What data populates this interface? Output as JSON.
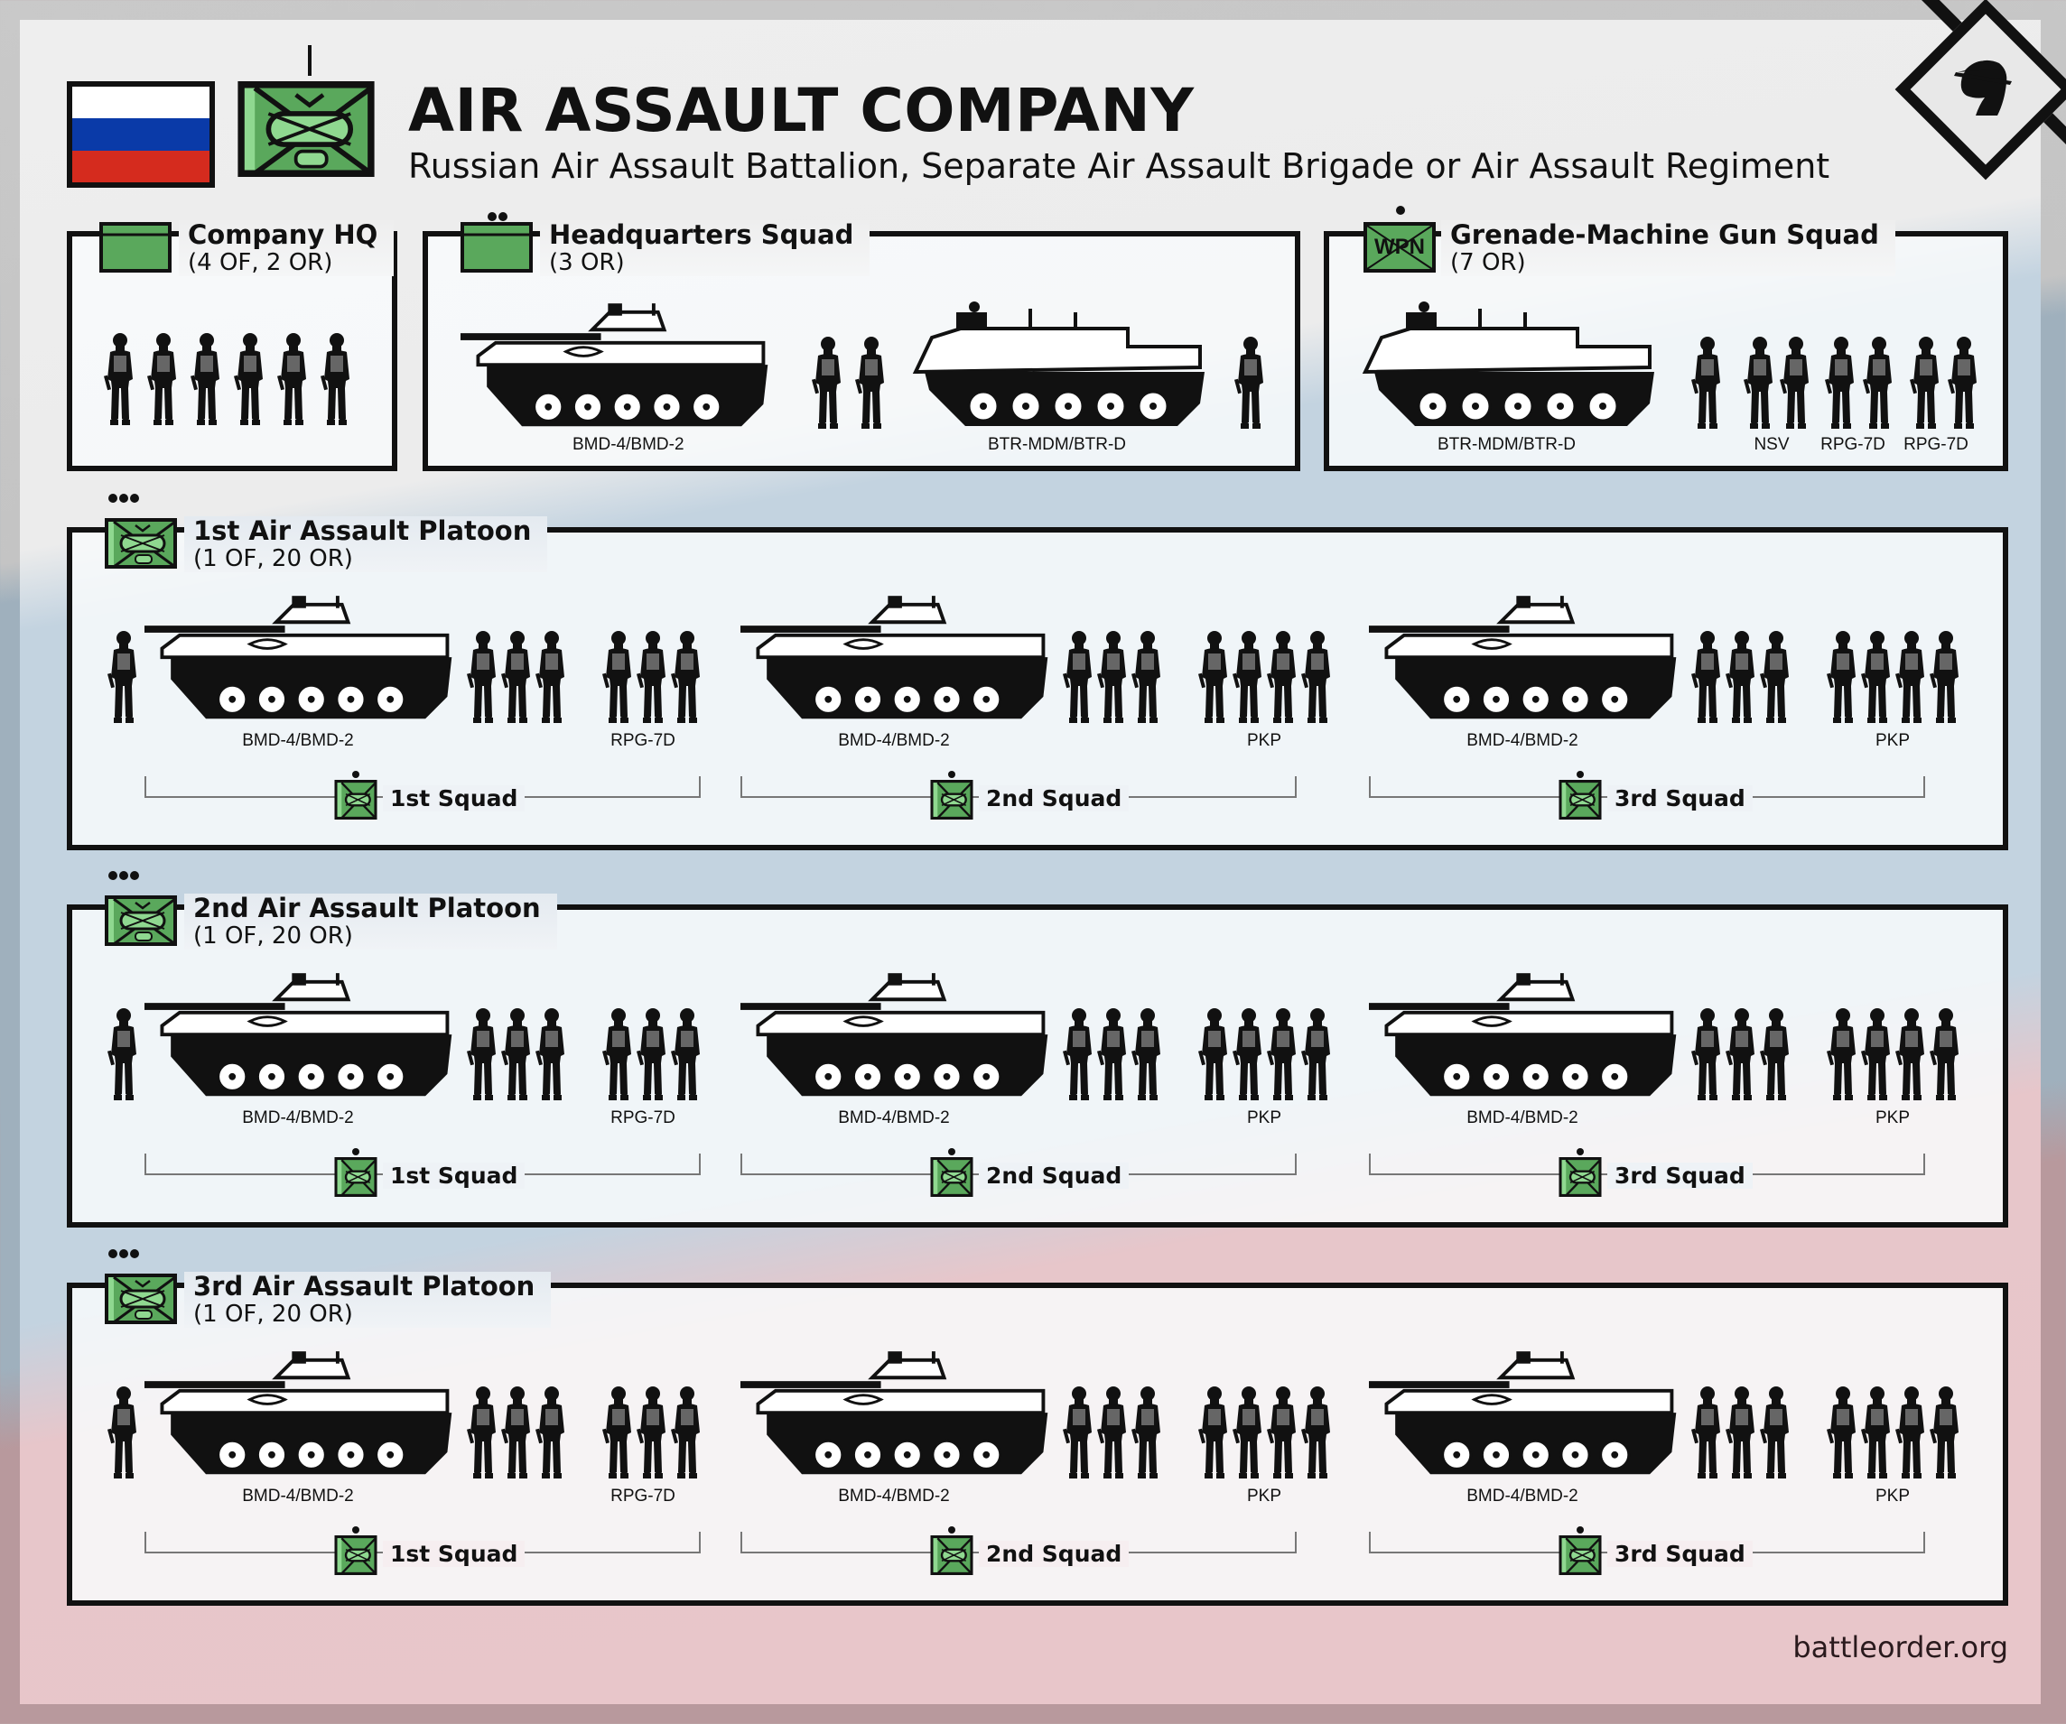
{
  "header": {
    "title": "AIR ASSAULT COMPANY",
    "subtitle": "Russian Air Assault Battalion, Separate Air Assault Brigade or Air Assault Regiment",
    "flag_colors": [
      "#ffffff",
      "#0a3aa8",
      "#d52b1e"
    ],
    "logo_icon": "helmeted-horse-head-icon"
  },
  "colors": {
    "symbol_green": "#5aa85c",
    "symbol_light_green": "#8fd890",
    "border": "#111111"
  },
  "sections": {
    "company_hq": {
      "title": "Company HQ",
      "strength": "(4 OF, 2 OR)",
      "soldiers": 6
    },
    "hq_squad": {
      "title": "Headquarters Squad",
      "strength": "(3 OR)",
      "vehicles": [
        "BMD-4/BMD-2",
        "BTR-MDM/BTR-D"
      ]
    },
    "gmg_squad": {
      "title": "Grenade-Machine Gun Squad",
      "strength": "(7 OR)",
      "symbol_text": "WPN",
      "vehicle": "BTR-MDM/BTR-D",
      "weapons": [
        "NSV",
        "RPG-7D",
        "RPG-7D"
      ]
    }
  },
  "platoons": [
    {
      "title": "1st Air Assault Platoon",
      "strength": "(1 OF, 20 OR)",
      "squads": [
        {
          "name": "1st Squad",
          "vehicle": "BMD-4/BMD-2",
          "weapon": "RPG-7D"
        },
        {
          "name": "2nd Squad",
          "vehicle": "BMD-4/BMD-2",
          "weapon": "PKP"
        },
        {
          "name": "3rd Squad",
          "vehicle": "BMD-4/BMD-2",
          "weapon": "PKP"
        }
      ]
    },
    {
      "title": "2nd Air Assault Platoon",
      "strength": "(1 OF, 20 OR)",
      "squads": [
        {
          "name": "1st Squad",
          "vehicle": "BMD-4/BMD-2",
          "weapon": "RPG-7D"
        },
        {
          "name": "2nd Squad",
          "vehicle": "BMD-4/BMD-2",
          "weapon": "PKP"
        },
        {
          "name": "3rd Squad",
          "vehicle": "BMD-4/BMD-2",
          "weapon": "PKP"
        }
      ]
    },
    {
      "title": "3rd Air Assault Platoon",
      "strength": "(1 OF, 20 OR)",
      "squads": [
        {
          "name": "1st Squad",
          "vehicle": "BMD-4/BMD-2",
          "weapon": "RPG-7D"
        },
        {
          "name": "2nd Squad",
          "vehicle": "BMD-4/BMD-2",
          "weapon": "PKP"
        },
        {
          "name": "3rd Squad",
          "vehicle": "BMD-4/BMD-2",
          "weapon": "PKP"
        }
      ]
    }
  ],
  "footer": {
    "site": "battleorder.org"
  }
}
